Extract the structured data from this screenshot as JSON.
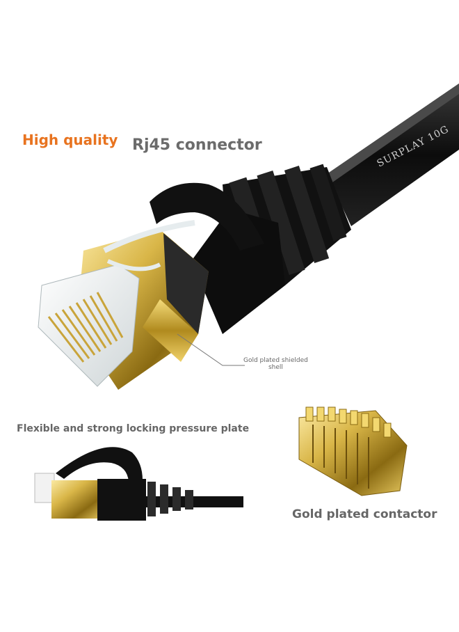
{
  "labels": {
    "high_quality": "High quality",
    "connector": "Rj45 connector",
    "shell_line1": "Gold plated shielded",
    "shell_line2": "shell",
    "flexible": "Flexible and strong locking pressure plate",
    "contactor": "Gold plated contactor",
    "cable_print": "SURPLAY 10G"
  },
  "colors": {
    "accent_orange": "#e8731f",
    "label_gray": "#6b6b6b",
    "gold": "#d9b648",
    "gold_dark": "#8a6a12",
    "cable_black": "#111111"
  }
}
